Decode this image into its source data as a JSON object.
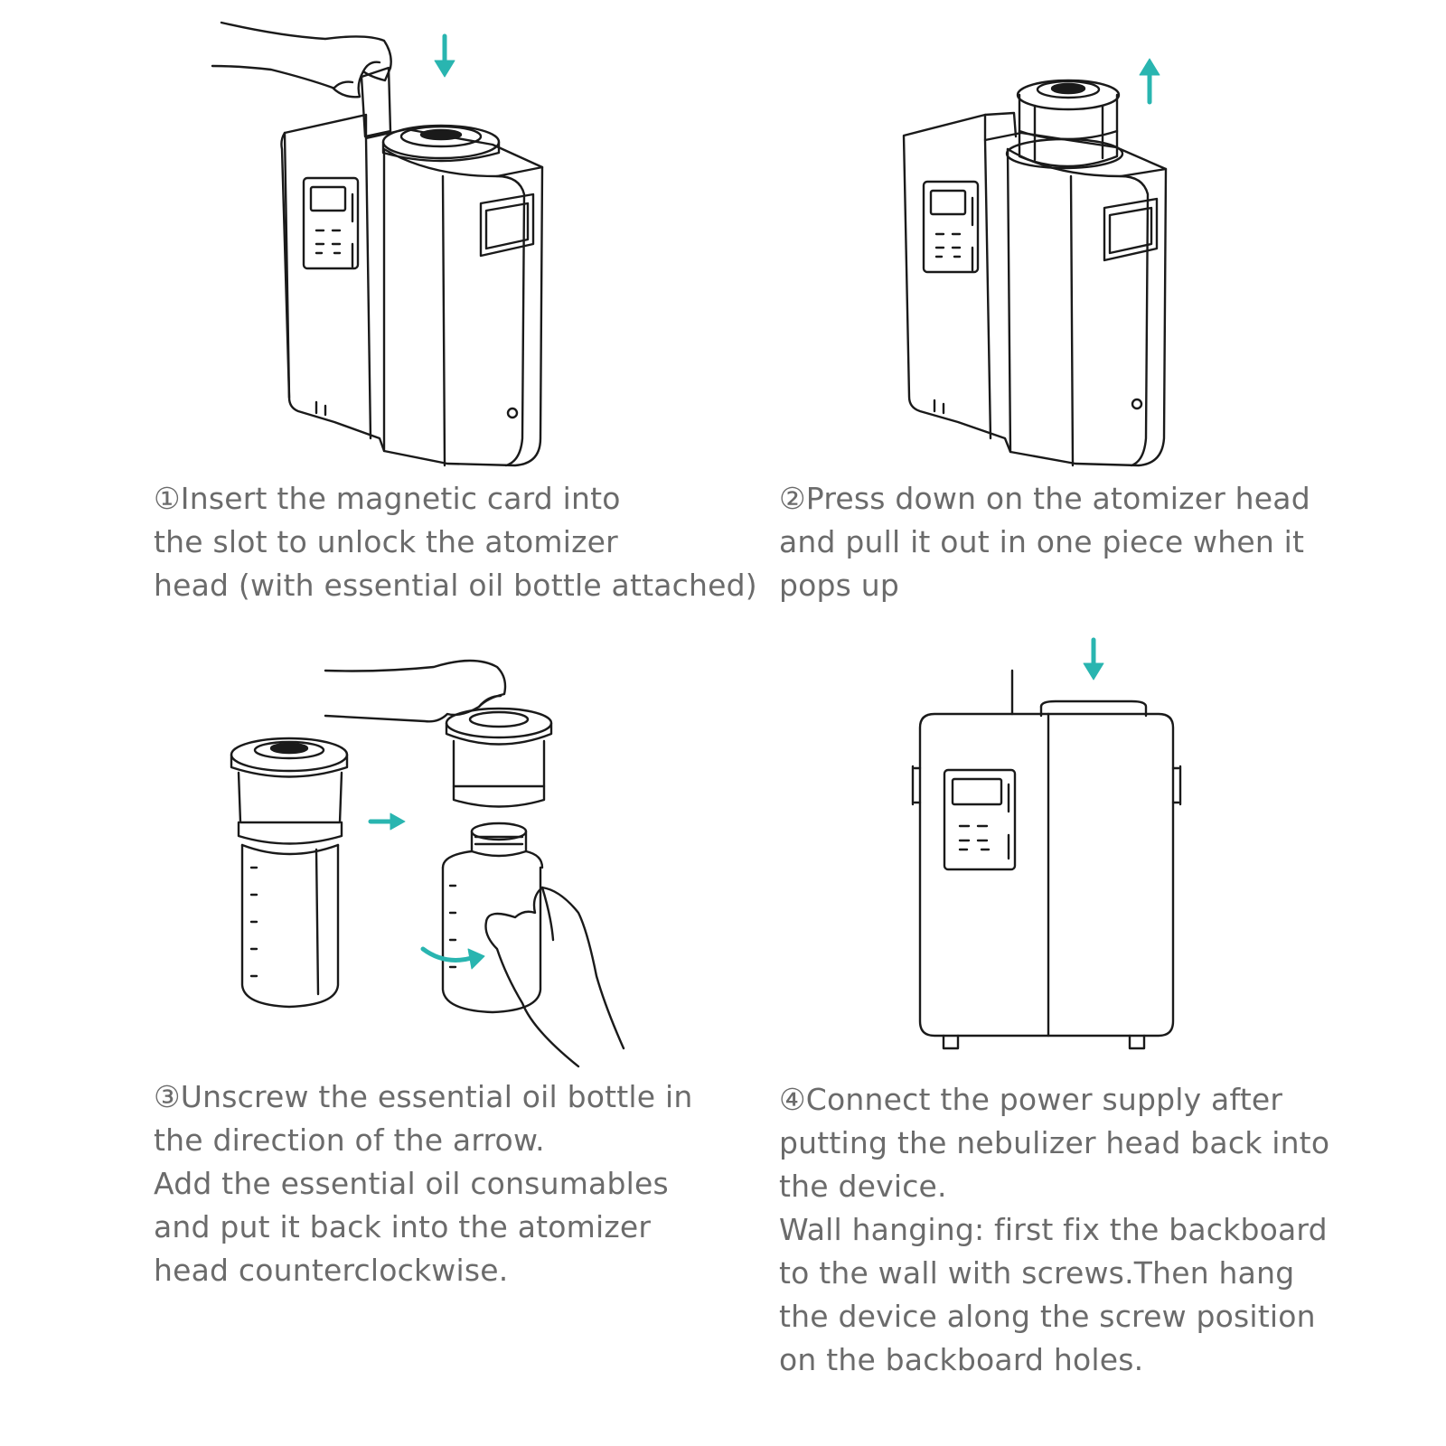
{
  "colors": {
    "accent": "#29b5b0",
    "line_art": "#1a1a1a",
    "text": "#6b6b6b"
  },
  "steps": [
    {
      "number": "①",
      "lines": [
        "Insert the magnetic card into",
        "the slot to unlock the atomizer",
        "head (with essential oil bottle attached)"
      ]
    },
    {
      "number": "②",
      "lines": [
        "Press down on the atomizer head",
        "and pull it out in one piece when it",
        "pops up"
      ]
    },
    {
      "number": "③",
      "lines": [
        "Unscrew the essential oil bottle in",
        "the direction of the arrow.",
        "Add the essential oil consumables",
        "and put it back into the atomizer",
        "head counterclockwise."
      ]
    },
    {
      "number": "④",
      "lines": [
        "Connect the power supply after",
        "putting the nebulizer head back into",
        "the device."
      ],
      "note_lines": [
        "Wall hanging: first fix the backboard",
        "to the wall with screws.Then hang",
        "the device along the screw position",
        "on the backboard holes."
      ]
    }
  ]
}
